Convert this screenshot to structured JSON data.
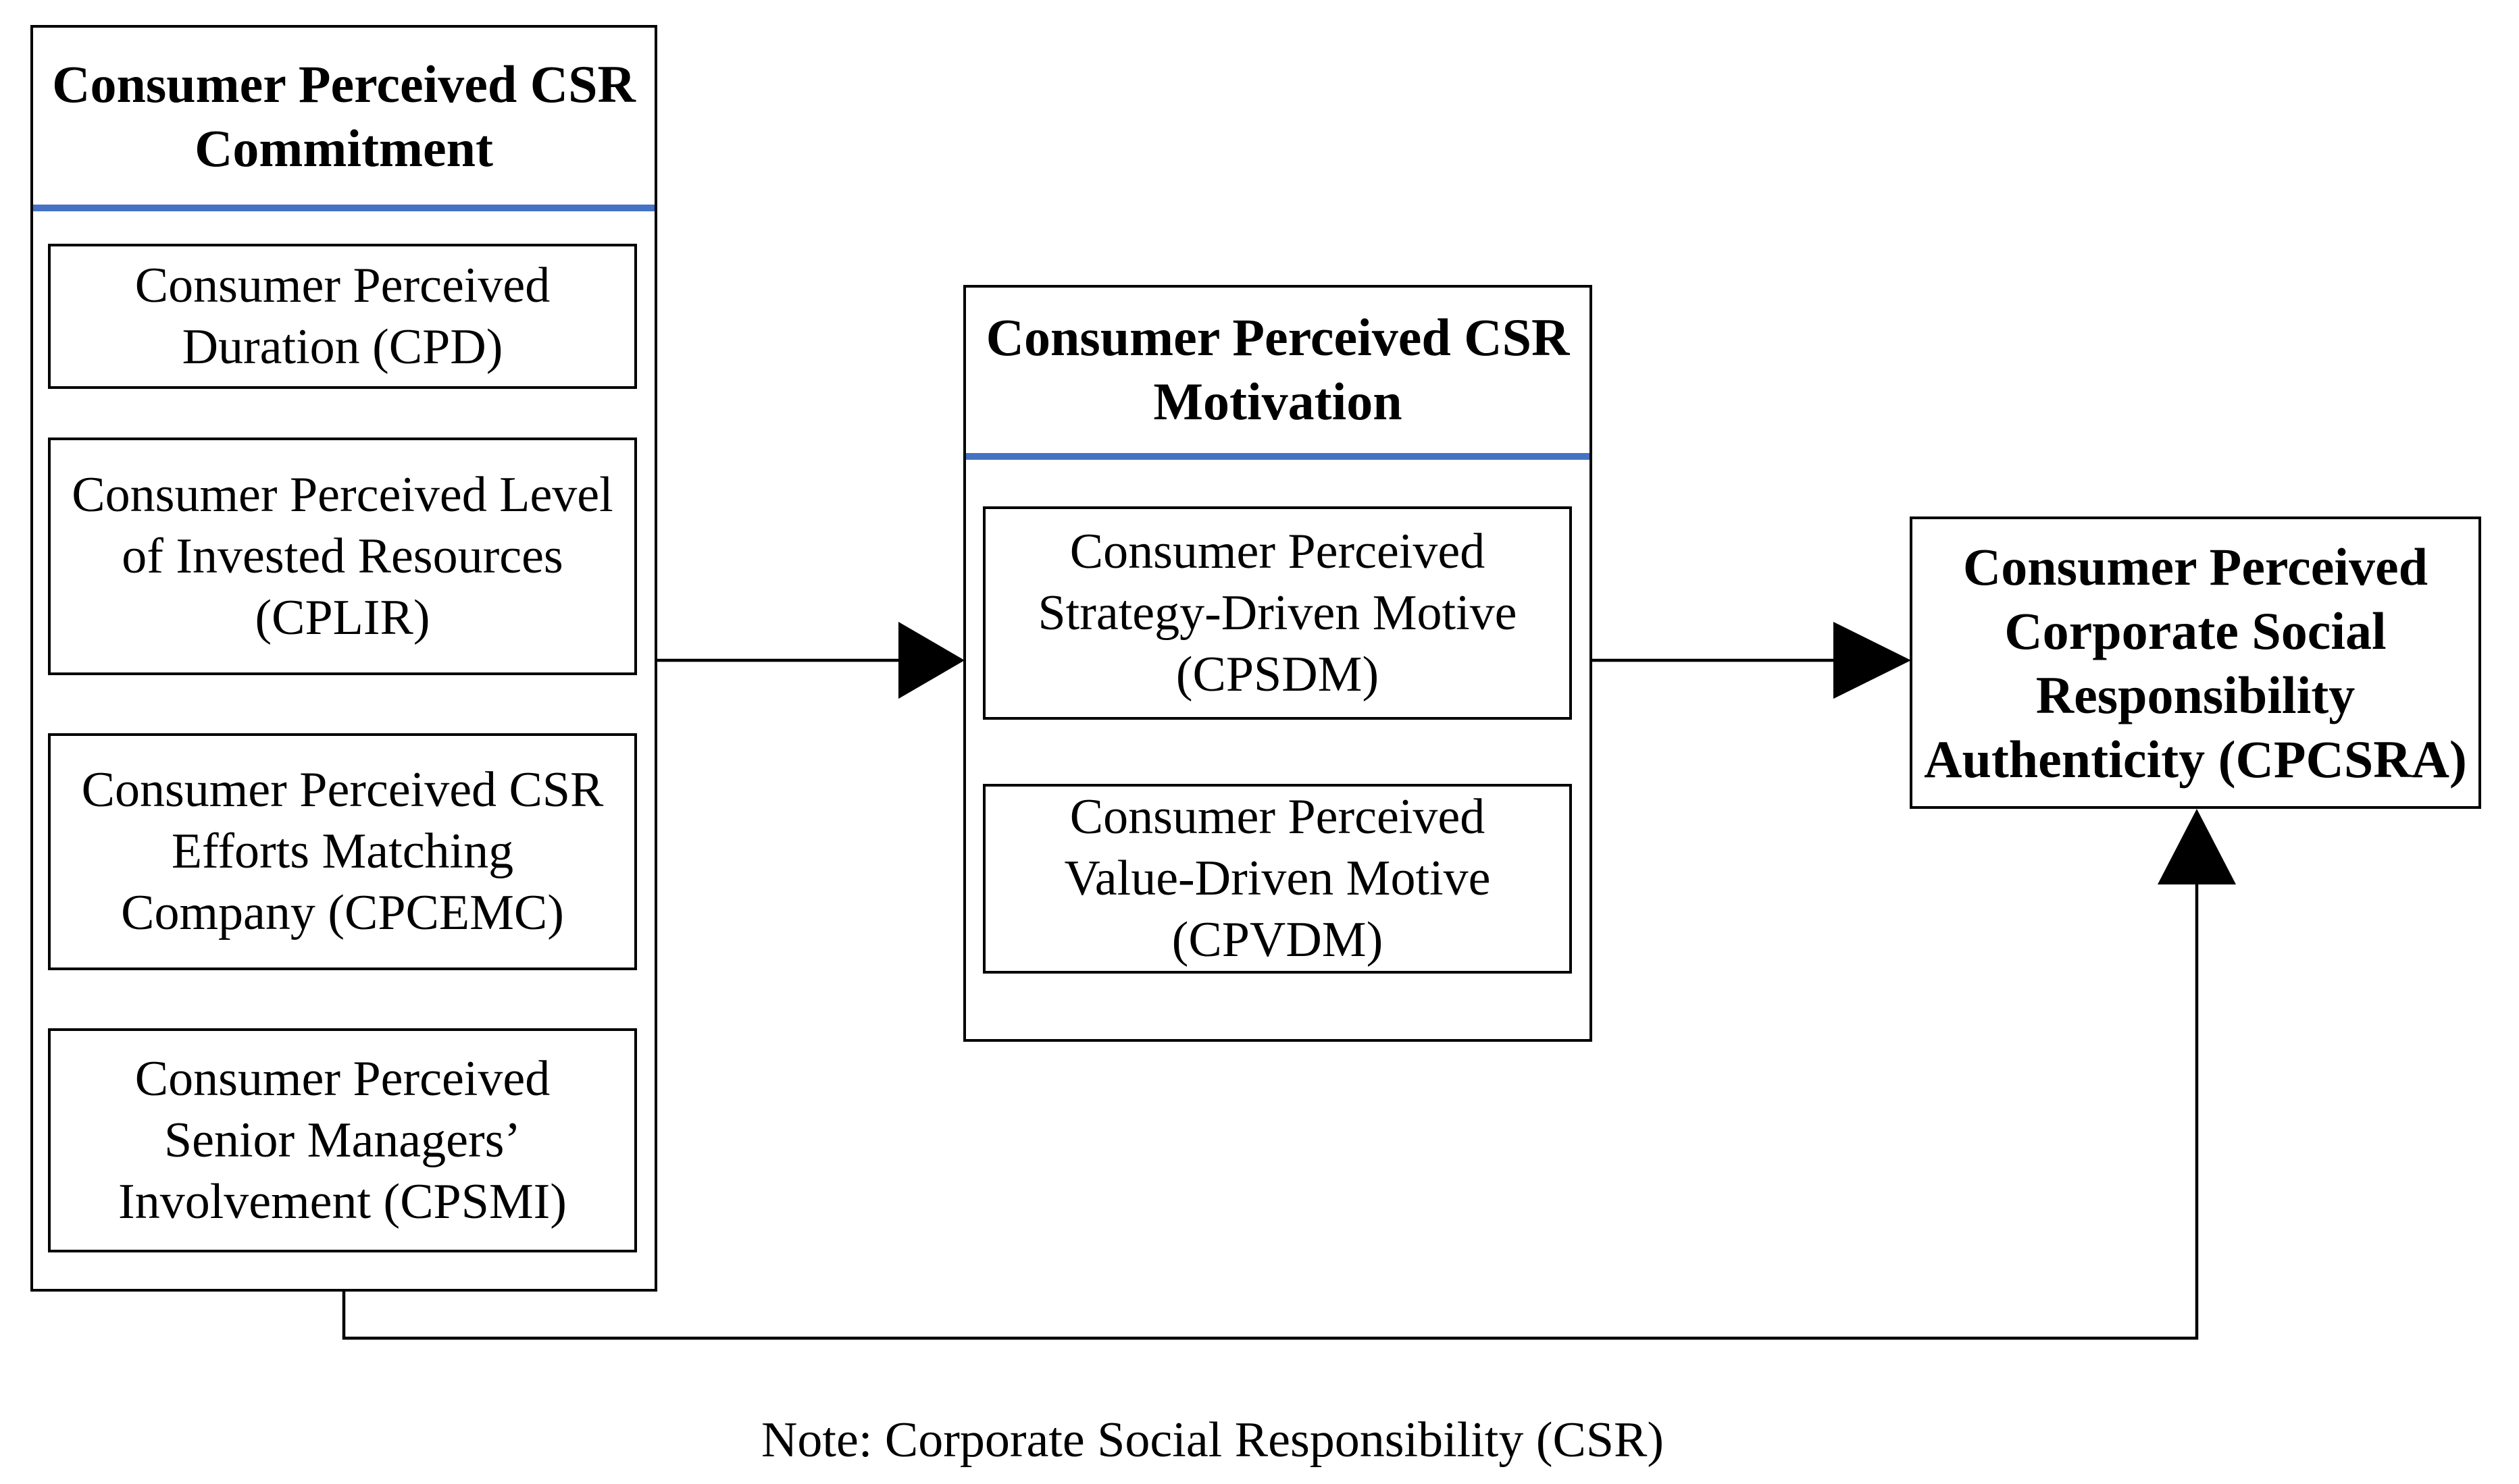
{
  "diagram": {
    "left_group": {
      "title_lines": [
        "Consumer Perceived CSR",
        "Commitment"
      ],
      "items": [
        {
          "lines": [
            "Consumer Perceived",
            "Duration (CPD)"
          ]
        },
        {
          "lines": [
            "Consumer Perceived Level",
            "of Invested Resources",
            "(CPLIR)"
          ]
        },
        {
          "lines": [
            "Consumer Perceived CSR",
            "Efforts Matching",
            "Company (CPCEMC)"
          ]
        },
        {
          "lines": [
            "Consumer Perceived",
            "Senior Managers’",
            "Involvement (CPSMI)"
          ]
        }
      ]
    },
    "middle_group": {
      "title_lines": [
        "Consumer Perceived CSR",
        "Motivation"
      ],
      "items": [
        {
          "lines": [
            "Consumer Perceived",
            "Strategy-Driven Motive",
            "(CPSDM)"
          ]
        },
        {
          "lines": [
            "Consumer Perceived",
            "Value-Driven Motive",
            "(CPVDM)"
          ]
        }
      ]
    },
    "outcome_box": {
      "lines": [
        "Consumer Perceived",
        "Corporate Social",
        "Responsibility",
        "Authenticity (CPCSRA)"
      ]
    },
    "note": "Note: Corporate Social Responsibility (CSR)",
    "colors": {
      "accent_underline": "#4472C4",
      "line_color": "#000000",
      "background": "#FFFFFF"
    }
  }
}
